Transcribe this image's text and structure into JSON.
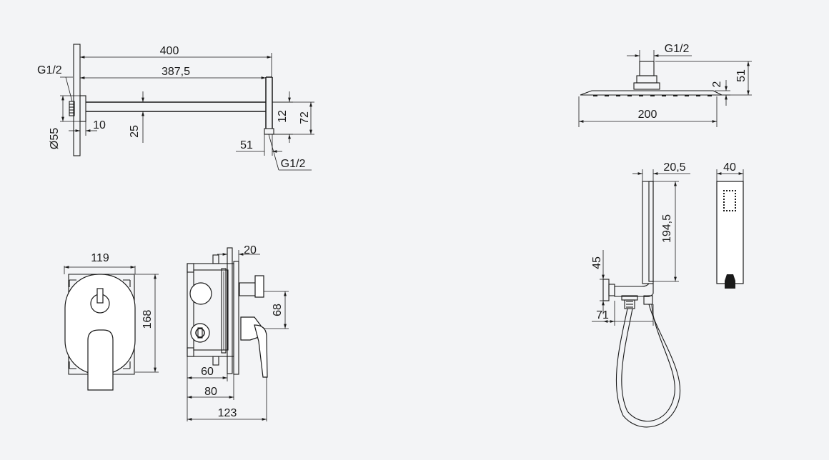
{
  "shower_arm": {
    "length_400": "400",
    "length_387": "387,5",
    "thread_inlet": "G1/2",
    "flange_diameter": "Ø55",
    "offset_10": "10",
    "height_25": "25",
    "height_12": "12",
    "height_72": "72",
    "offset_51": "51",
    "thread_outlet": "G1/2"
  },
  "head_shower": {
    "thread": "G1/2",
    "thickness_2": "2",
    "height_51": "51",
    "width_200": "200"
  },
  "mixer_plate": {
    "width_119": "119",
    "height_168": "168"
  },
  "mixer_body": {
    "cover_20": "20",
    "spacing_68": "68",
    "depth_60": "60",
    "depth_80": "80",
    "depth_123": "123"
  },
  "hand_shower": {
    "width_20_5": "20,5",
    "length_194_5": "194,5",
    "height_45": "45",
    "depth_71": "71",
    "front_width_40": "40"
  }
}
